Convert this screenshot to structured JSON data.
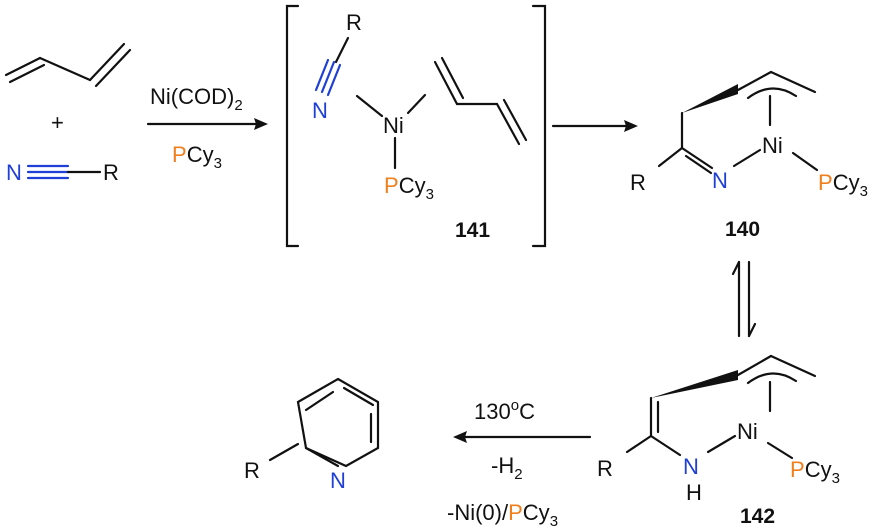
{
  "colors": {
    "nitrogen": "#1f3fd6",
    "phosphorus": "#f07f1e",
    "ink": "#111111"
  },
  "reagents": {
    "plus": "+",
    "nitrile_n": "N",
    "nitrile_r": "R"
  },
  "step1": {
    "catalyst_base": "Ni(COD)",
    "catalyst_sub": "2",
    "ligand_p": "P",
    "ligand_rest": "Cy",
    "ligand_sub": "3"
  },
  "complex141": {
    "r": "R",
    "n": "N",
    "ni": "Ni",
    "p": "P",
    "cy": "Cy",
    "cy_sub": "3",
    "number": "141"
  },
  "complex140": {
    "r": "R",
    "n": "N",
    "ni": "Ni",
    "p": "P",
    "cy": "Cy",
    "cy_sub": "3",
    "number": "140"
  },
  "complex142": {
    "r": "R",
    "nh_n": "N",
    "nh_h": "H",
    "ni": "Ni",
    "p": "P",
    "cy": "Cy",
    "cy_sub": "3",
    "number": "142"
  },
  "step_final": {
    "temperature": "130",
    "deg_sup": "o",
    "deg_unit": "C",
    "loss_h2_base": "-H",
    "loss_h2_sub": "2",
    "loss_ni": "-Ni(0)/",
    "loss_p": "P",
    "loss_cy": "Cy",
    "loss_cy_sub": "3"
  },
  "product": {
    "r": "R",
    "n": "N"
  }
}
